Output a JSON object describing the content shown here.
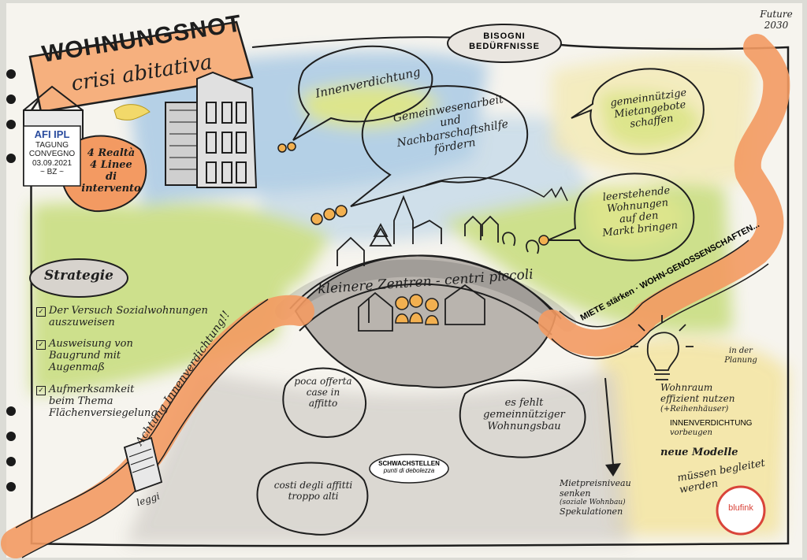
{
  "title": {
    "main": "WOHNUNGSNOT",
    "sub": "crisi abitativa"
  },
  "corner": {
    "line1": "Future",
    "line2": "2030"
  },
  "event": {
    "org": "AFI IPL",
    "line1": "TAGUNG",
    "line2": "CONVEGNO",
    "date": "03.09.2021",
    "place": "~ BZ ~"
  },
  "speakers": {
    "line1": "4 Realtà",
    "line2": "4 Linee",
    "line3": "di intervento"
  },
  "needs": {
    "line1": "BISOGNI",
    "line2": "BEDÜRFNISSE"
  },
  "bubbles": {
    "innenverdichtung": "Innenverdichtung",
    "gemeinwesen": [
      "Gemeinwesenarbeit",
      "und",
      "Nachbarschaftshilfe",
      "fördern"
    ],
    "gemeinnuetzig": [
      "gemeinnützige",
      "Mietangebote",
      "schaffen"
    ],
    "leerstehend": [
      "leerstehende",
      "Wohnungen",
      "auf den",
      "Markt bringen"
    ]
  },
  "hill": {
    "label": "kleinere Zentren - centri piccoli"
  },
  "road_right": "MIETE stärken · WOHN-GENOSSENSCHAFTEN...",
  "road_left": "Achtung Innenverdichtung!!",
  "strategy": {
    "title": "Strategie",
    "items": [
      [
        "Der Versuch Sozialwohnungen",
        "auszuweisen"
      ],
      [
        "Ausweisung von",
        "Baugrund mit",
        "Augenmaß"
      ],
      [
        "Aufmerksamkeit",
        "beim Thema",
        "Flächenversiegelung"
      ]
    ]
  },
  "weak": {
    "center": [
      "SCHWACHSTELLEN",
      "punti di debolezza"
    ],
    "c1": [
      "poca offerta",
      "case in",
      "affitto"
    ],
    "c2": [
      "costi degli affitti",
      "troppo alti"
    ],
    "c3": [
      "es fehlt",
      "gemeinnütziger",
      "Wohnungsbau"
    ]
  },
  "leggi": "leggi",
  "ideas": {
    "planning": [
      "in der",
      "Planung"
    ],
    "i1": [
      "Wohnraum",
      "effizient nutzen",
      "(+Reihenhäuser)"
    ],
    "i2": [
      "INNENVERDICHTUNG",
      "vorbeugen"
    ],
    "i3": "neue Modelle",
    "i4": "müssen begleitet werden"
  },
  "mietpreis": [
    "Mietpreisniveau",
    "senken",
    "(soziale Wohnbau)",
    "Spekulationen"
  ],
  "brand": "blufink",
  "colors": {
    "paper": "#f6f4ee",
    "orange": "#f39a62",
    "green": "#c6dc7a",
    "blue": "#a9c9e4",
    "yellow": "#f2d96a",
    "grey": "#bdb8b2",
    "ink": "#1e1e1e",
    "brand_red": "#d9443a"
  }
}
